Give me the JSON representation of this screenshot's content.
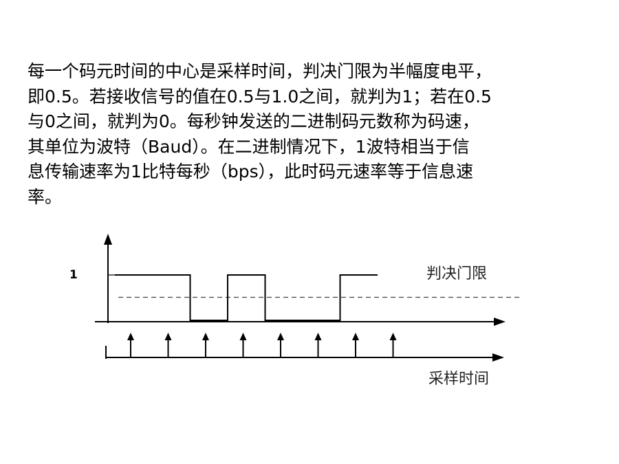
{
  "paragraph": {
    "lines": [
      "每一个码元时间的中心是采样时间，判决门限为半幅度电平，",
      "即0.5。若接收信号的值在0.5与1.0之间，就判为1；若在0.5",
      "与0之间，就判为0。每秒钟发送的二进制码元数称为码速，",
      "其单位为波特（Baud）。在二进制情况下，1波特相当于信",
      "息传输速率为1比特每秒（bps），此时码元速率等于信息速",
      "率。"
    ]
  },
  "diagram": {
    "y_axis_label": "1",
    "threshold_label": "判决门限",
    "sampling_label": "采样时间",
    "threshold_level": 0.5,
    "bits": [
      1,
      1,
      0,
      1,
      0,
      0,
      1
    ],
    "sample_count": 8,
    "colors": {
      "line": "#000000",
      "threshold": "#444444"
    }
  }
}
